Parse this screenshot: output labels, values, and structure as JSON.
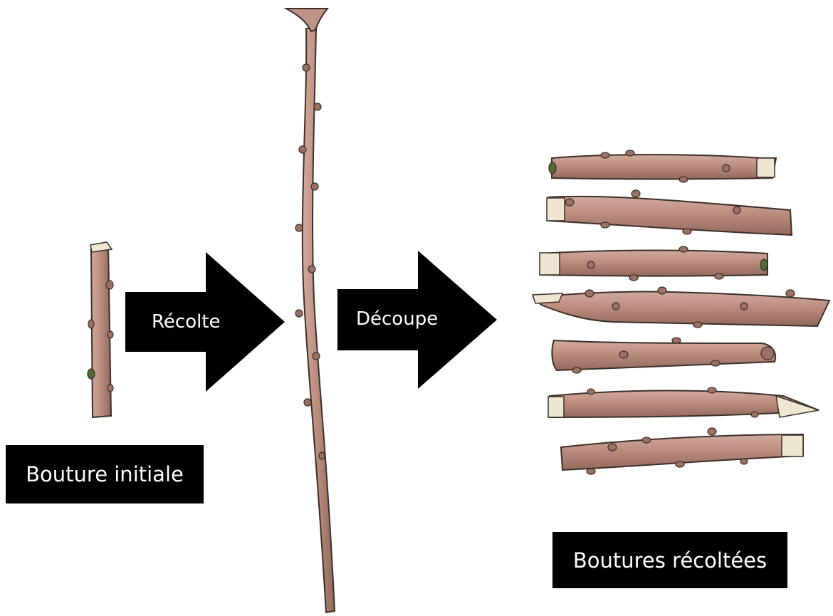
{
  "labels": {
    "initial_cutting": "Bouture initiale",
    "harvest_step": "Récolte",
    "cut_step": "Découpe",
    "harvested_cuttings": "Boutures récoltées"
  },
  "harvested_cuttings_count": 7,
  "colors": {
    "background": "#ffffff",
    "arrow": "#000000",
    "label_box": "#000000",
    "label_text": "#ffffff",
    "stem": "#b88a7c",
    "stem_outline": "#3c2f2a",
    "stem_node": "#8f6a5c",
    "cut_end": "#efe6d2",
    "bud_green": "#4f6b33"
  }
}
